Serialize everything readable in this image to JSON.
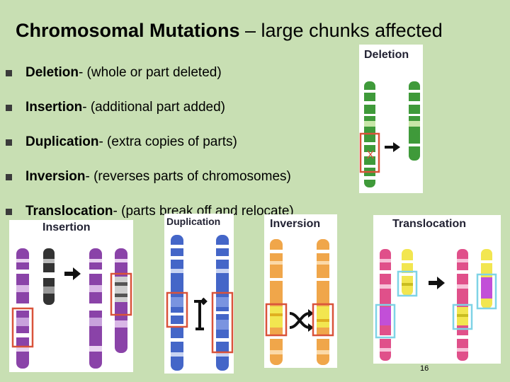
{
  "slide": {
    "title_bold": "Chromosomal Mutations",
    "title_rest": " – large chunks affected",
    "page_number": "16"
  },
  "bullets": [
    {
      "term": "Deletion",
      "desc": " - (whole or part deleted)"
    },
    {
      "term": "Insertion",
      "desc": " - (additional part added)"
    },
    {
      "term": "Duplication",
      "desc": " - (extra copies of parts)"
    },
    {
      "term": "Inversion",
      "desc": " - (reverses parts of chromosomes)"
    },
    {
      "term": "Translocation",
      "desc": " - (parts break off and relocate)"
    }
  ],
  "panels": {
    "deletion": {
      "title": "Deletion",
      "mark": "X"
    },
    "insertion": {
      "title": "Insertion"
    },
    "duplication": {
      "title": "Duplication"
    },
    "inversion": {
      "title": "Inversion"
    },
    "translocation": {
      "title": "Translocation"
    }
  },
  "colors": {
    "background": "#c8dfb3",
    "highlight_red": "#d9533a",
    "highlight_cyan": "#7fd3e6",
    "deletion_green": "#3f9a3a",
    "insertion_purple": "#8a43a8",
    "duplication_blue": "#4466c8",
    "inversion_orange": "#f0a64a",
    "translocation_pink": "#e0508a",
    "translocation_yellow": "#f2e650"
  }
}
